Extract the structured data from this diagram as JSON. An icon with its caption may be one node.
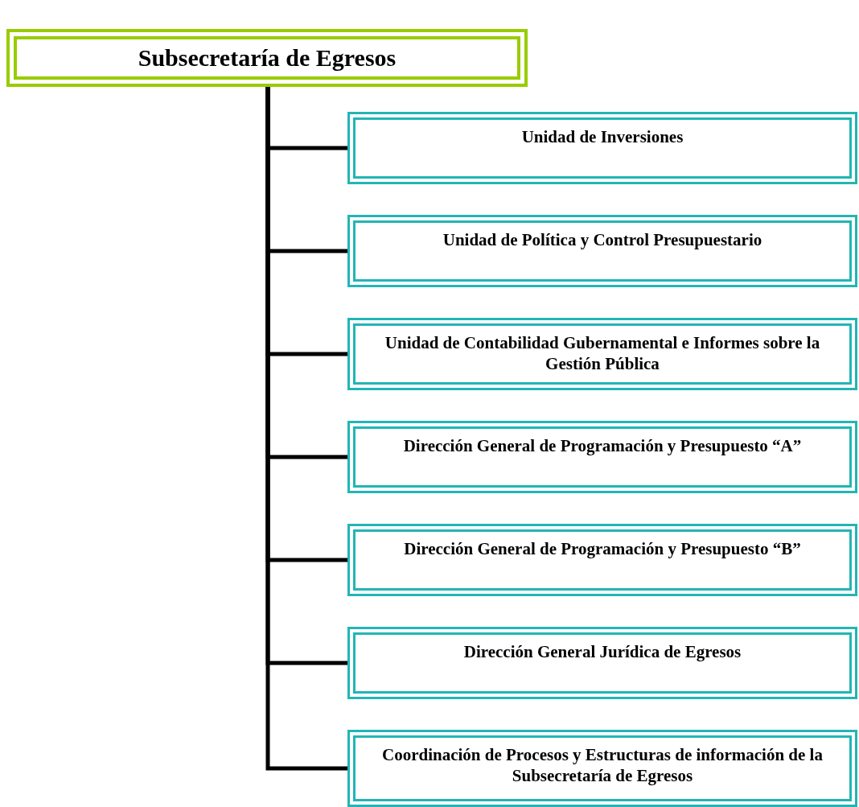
{
  "diagram": {
    "nodes": [
      {
        "text": [
          "Subsecretaría de Egresos"
        ]
      },
      {
        "text": [
          "Unidad de Inversiones"
        ]
      },
      {
        "text": [
          "Unidad de Política y Control Presupuestario"
        ]
      },
      {
        "text": [
          "Unidad de Contabilidad Gubernamental e Informes sobre la Gestión Pública"
        ]
      },
      {
        "text": [
          "Dirección General de Programación y Presupuesto “A”"
        ]
      },
      {
        "text": [
          "Dirección General de Programación y Presupuesto “B”"
        ]
      },
      {
        "text": [
          "Dirección General Jurídica de Egresos"
        ]
      },
      {
        "text": [
          "Coordinación de Procesos y Estructuras de información de la Subsecretaría de Egresos"
        ]
      }
    ],
    "edges": [
      {
        "from": 0,
        "to": 1,
        "arrow": "none"
      },
      {
        "from": 0,
        "to": 2,
        "arrow": "none"
      },
      {
        "from": 0,
        "to": 3,
        "arrow": "none"
      },
      {
        "from": 0,
        "to": 4,
        "arrow": "none"
      },
      {
        "from": 0,
        "to": 5,
        "arrow": "none"
      },
      {
        "from": 0,
        "to": 6,
        "arrow": "none"
      },
      {
        "from": 0,
        "to": 7,
        "arrow": "none"
      }
    ]
  }
}
